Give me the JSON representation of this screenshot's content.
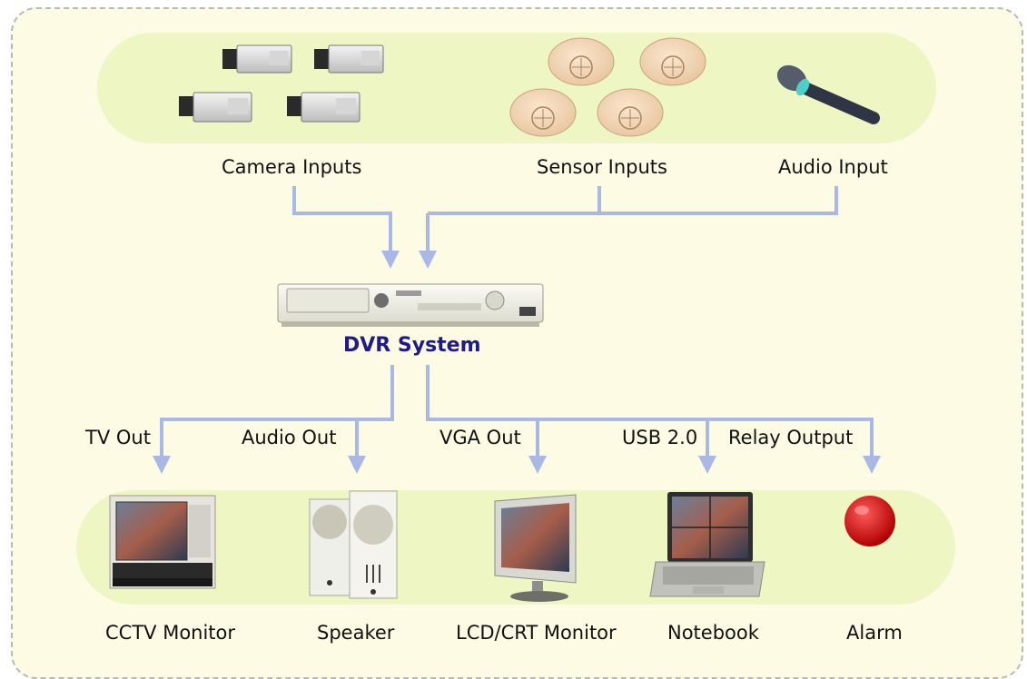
{
  "diagram": {
    "inputs": {
      "camera": "Camera Inputs",
      "sensor": "Sensor Inputs",
      "audio": "Audio Input"
    },
    "center": "DVR System",
    "output_links": {
      "tv": "TV Out",
      "audio": "Audio Out",
      "vga": "VGA Out",
      "usb": "USB 2.0",
      "relay": "Relay Output"
    },
    "devices": {
      "cctv": "CCTV Monitor",
      "speaker": "Speaker",
      "lcd": "LCD/CRT Monitor",
      "notebook": "Notebook",
      "alarm": "Alarm"
    }
  },
  "colors": {
    "arrow": "#a9b8e4",
    "band": "#eef6c4",
    "panel": "#fdfbe4",
    "center_label": "#1f1a8c"
  }
}
